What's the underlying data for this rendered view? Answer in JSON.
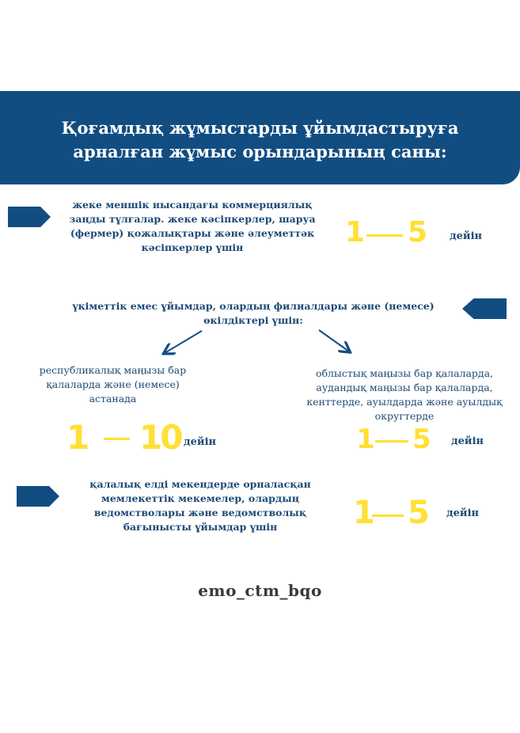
{
  "header": {
    "title_line1": "Қоғамдық жұмыстарды ұйымдастыруға",
    "title_line2": "арналған жұмыс орындарының саны:"
  },
  "section1": {
    "lines": [
      "жеке меншік нысандағы коммерциялық",
      "заңды тұлғалар. жеке кәсіпкерлер, шаруа",
      "(фермер) қожалықтары және әлеуметтәк",
      "кәсіпкерлер үшін"
    ],
    "range_from": "1",
    "range_to": "5",
    "unit": "дейін"
  },
  "section2": {
    "lines": [
      "үкіметтік емес ұйымдар, олардың филиалдары және (немесе)",
      "өкілдіктері үшін:"
    ],
    "left": {
      "lines": [
        "республикалық маңызы бар",
        "қалаларда және (немесе)",
        "астанада"
      ],
      "range_from": "1",
      "range_to": "10",
      "unit": "дейін"
    },
    "right": {
      "lines": [
        "облыстық маңызы бар қалаларда,",
        "аудандық маңызы бар қалаларда,",
        "кенттерде, ауылдарда және ауылдық",
        "округтерде"
      ],
      "range_from": "1",
      "range_to": "5",
      "unit": "дейін"
    }
  },
  "section3": {
    "lines": [
      "қалалық елді мекендерде орналасқан",
      "мемлекеттік мекемелер, олардың",
      "ведомстволары және ведомстволық",
      "бағынысты ұйымдар үшін"
    ],
    "range_from": "1",
    "range_to": "5",
    "unit": "дейін"
  },
  "footer": {
    "handle": "emo_ctm_bqo"
  },
  "colors": {
    "navy": "#124d82",
    "text": "#1d4a75",
    "yellow": "#ffe033"
  }
}
